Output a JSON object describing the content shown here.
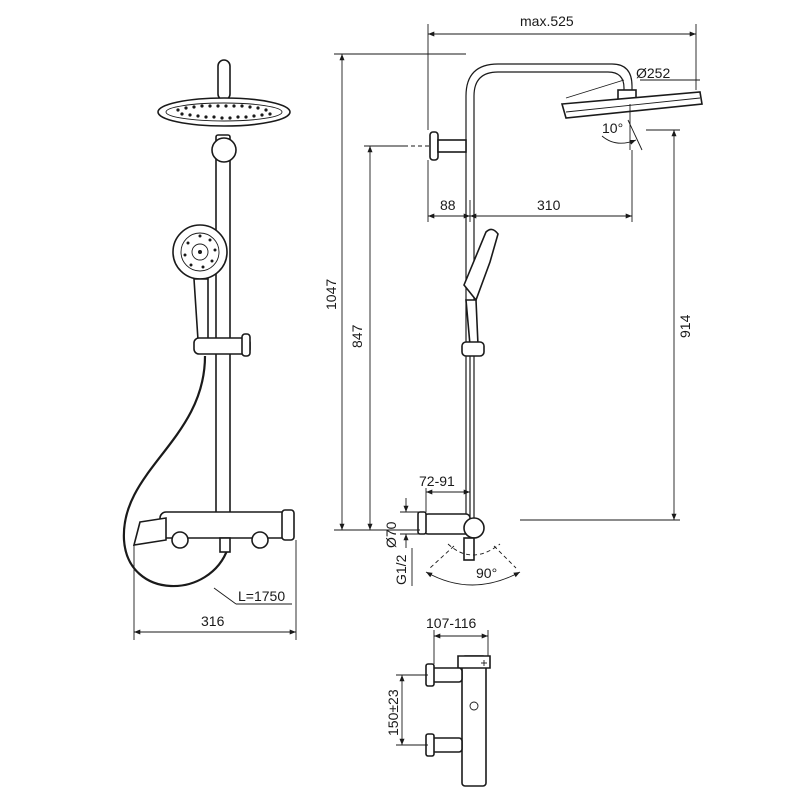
{
  "dimensions": {
    "max_reach": "max.525",
    "head_diameter": "Ø252",
    "tilt_angle": "10°",
    "wall_offset": "88",
    "arm_length": "310",
    "total_height": "1047",
    "bar_height": "847",
    "head_height": "914",
    "centers_range": "72-91",
    "connection_diameter": "Ø70",
    "thread": "G1/2",
    "handle_rotation": "90°",
    "hose_length": "L=1750",
    "mixer_width": "316",
    "body_depth": "107-116",
    "inlet_spacing": "150±23"
  }
}
